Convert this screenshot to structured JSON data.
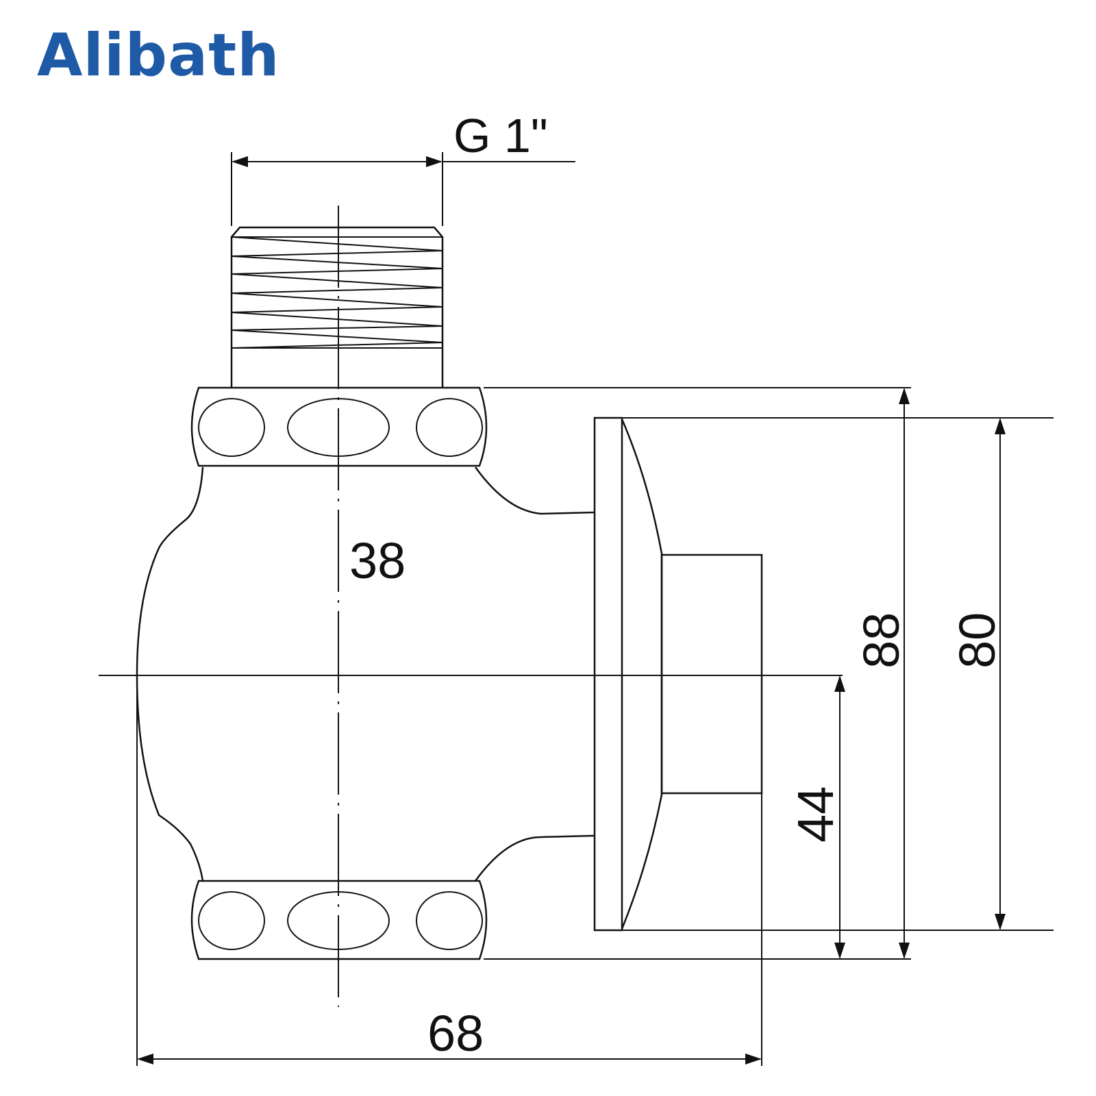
{
  "brand": {
    "name": "Alibath",
    "color": "#1f5aa6"
  },
  "dimensions": {
    "thread": "G 1\"",
    "center_spacing": "38",
    "total_height": "88",
    "flange_height": "80",
    "half_height": "44",
    "total_width": "68"
  },
  "line_color": "#111111"
}
